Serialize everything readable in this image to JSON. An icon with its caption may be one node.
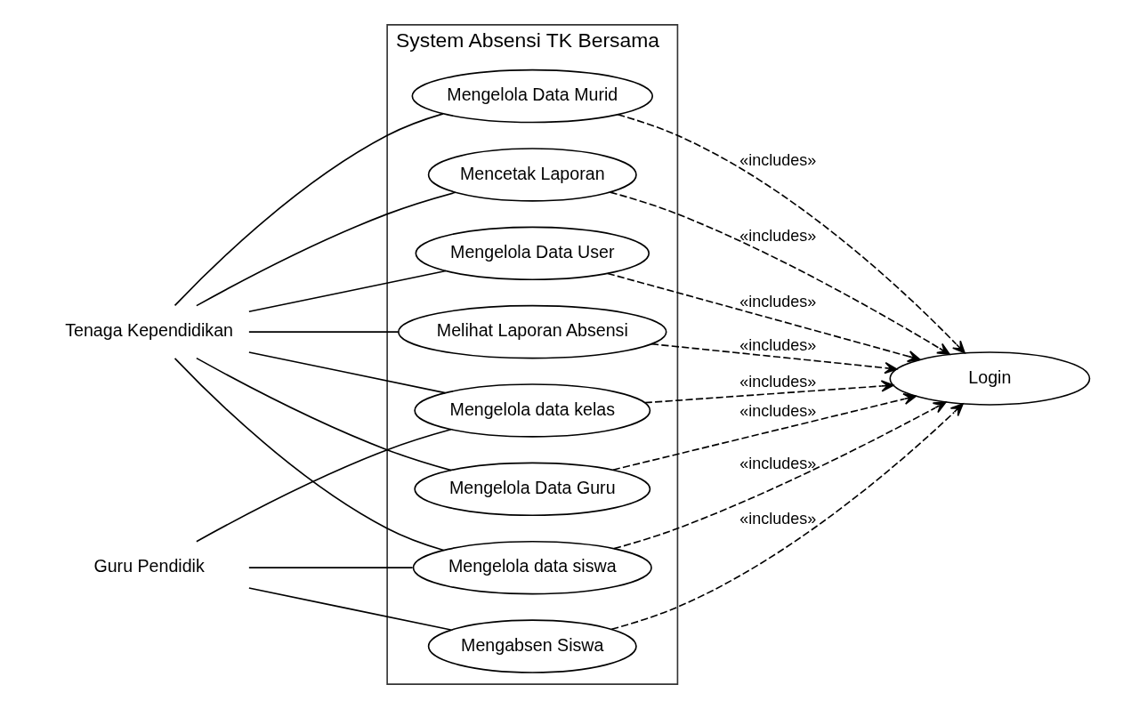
{
  "diagram": {
    "nodes": [
      {
        "text": [
          "System Absensi TK Bersama"
        ]
      },
      {
        "text": [
          "Tenaga Kependidikan"
        ]
      },
      {
        "text": [
          "Guru Pendidik"
        ]
      },
      {
        "text": [
          "Melihat Laporan Absensi"
        ],
        "in": 0
      },
      {
        "text": [
          "Mengelola Data Guru"
        ],
        "in": 0
      },
      {
        "text": [
          "Mengelola Data Murid"
        ],
        "in": 0
      },
      {
        "text": [
          "Mencetak Laporan"
        ],
        "in": 0
      },
      {
        "text": [
          "Mengelola Data User"
        ],
        "in": 0
      },
      {
        "text": [
          "Mengabsen Siswa"
        ],
        "in": 0
      },
      {
        "text": [
          "Mengelola data siswa"
        ],
        "in": 0
      },
      {
        "text": [
          "Mengelola data kelas"
        ],
        "in": 0
      },
      {
        "text": [
          "Login"
        ]
      }
    ],
    "edges": [
      {
        "from": 1,
        "to": 3,
        "arrow": "none"
      },
      {
        "from": 1,
        "to": 4,
        "arrow": "none"
      },
      {
        "from": 1,
        "to": 5,
        "arrow": "none"
      },
      {
        "from": 1,
        "to": 6,
        "arrow": "none"
      },
      {
        "from": 1,
        "to": 7,
        "arrow": "none"
      },
      {
        "from": 1,
        "to": 9,
        "arrow": "none"
      },
      {
        "from": 1,
        "to": 10,
        "arrow": "none"
      },
      {
        "from": 2,
        "to": 8,
        "arrow": "none"
      },
      {
        "from": 2,
        "to": 9,
        "arrow": "none"
      },
      {
        "from": 2,
        "to": 10,
        "arrow": "none"
      },
      {
        "from": 3,
        "to": 11,
        "arrow": "to",
        "label": "«includes»",
        "style": "dashed"
      },
      {
        "from": 4,
        "to": 11,
        "arrow": "to",
        "label": "«includes»",
        "style": "dashed"
      },
      {
        "from": 5,
        "to": 11,
        "arrow": "to",
        "label": "«includes»",
        "style": "dashed"
      },
      {
        "from": 6,
        "to": 11,
        "arrow": "to",
        "label": "«includes»",
        "style": "dashed"
      },
      {
        "from": 7,
        "to": 11,
        "arrow": "to",
        "label": "«includes»",
        "style": "dashed"
      },
      {
        "from": 8,
        "to": 11,
        "arrow": "to",
        "label": "«includes»",
        "style": "dashed"
      },
      {
        "from": 9,
        "to": 11,
        "arrow": "to",
        "label": "«includes»",
        "style": "dashed"
      },
      {
        "from": 10,
        "to": 11,
        "arrow": "to",
        "label": "«includes»",
        "style": "dashed"
      }
    ]
  }
}
